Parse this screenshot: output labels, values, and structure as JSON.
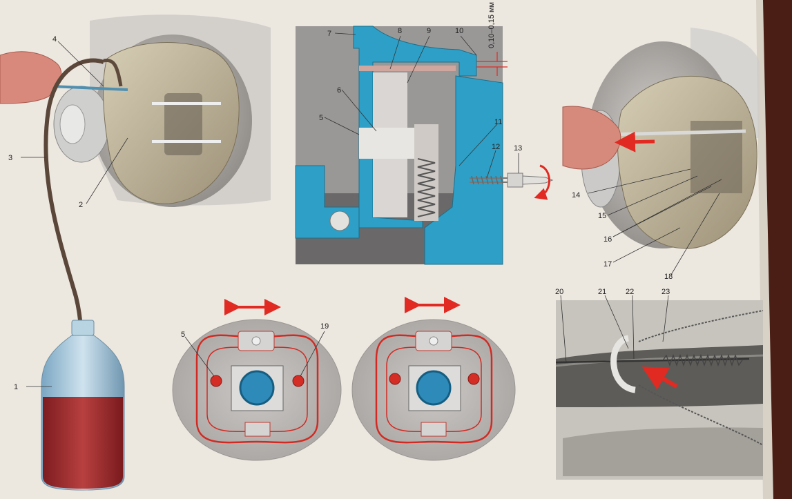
{
  "labels": {
    "l1": "1",
    "l2": "2",
    "l3": "3",
    "l4": "4",
    "l5a": "5",
    "l6": "6",
    "l7": "7",
    "l8": "8",
    "l9": "9",
    "l10": "10",
    "l11": "11",
    "l12": "12",
    "l13": "13",
    "l14": "14",
    "l15": "15",
    "l16": "16",
    "l17": "17",
    "l18": "18",
    "l5b": "5",
    "l19": "19",
    "l20": "20",
    "l21": "21",
    "l22": "22",
    "l23": "23",
    "gap": "0,10–0,15 мм"
  },
  "colors": {
    "paper": "#ece7df",
    "section_blue": "#2e9fc6",
    "fluid_red": "#a5252a",
    "arrow_red": "#e02a22",
    "caliper_beige": "#b9ad92",
    "drum_grey": "#bdb9b6"
  }
}
